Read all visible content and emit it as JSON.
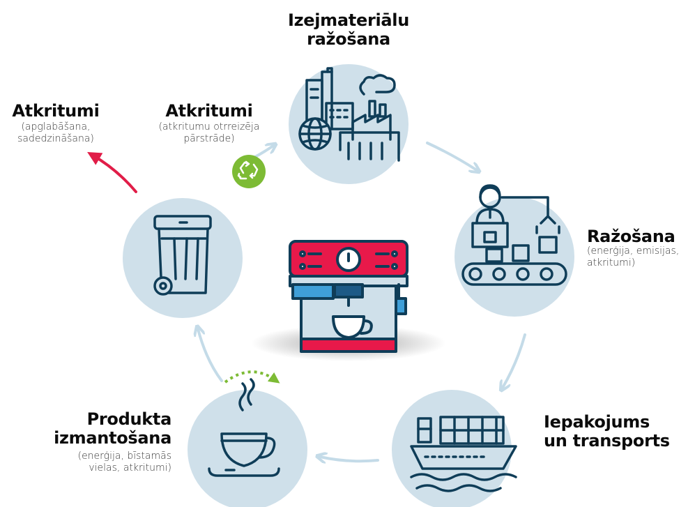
{
  "colors": {
    "circle": "#cfe0ea",
    "outline": "#0f3d58",
    "flow_arrow": "#c4dbe8",
    "disposal_arrow": "#e11d48",
    "recycle": "#7dbb35",
    "machine_red": "#e8194a"
  },
  "stages": [
    {
      "id": "raw",
      "title_lines": [
        "Izejmateriālu",
        "ražošana"
      ],
      "sub_lines": [],
      "icon": "factory-icon"
    },
    {
      "id": "production",
      "title_lines": [
        "Ražošana"
      ],
      "sub_lines": [
        "(enerģija, emisijas,",
        "atkritumi)"
      ],
      "icon": "assembly-line-icon"
    },
    {
      "id": "packaging",
      "title_lines": [
        "Iepakojums",
        "un transports"
      ],
      "sub_lines": [],
      "icon": "cargo-ship-icon"
    },
    {
      "id": "use",
      "title_lines": [
        "Produkta",
        "izmantošana"
      ],
      "sub_lines": [
        "(enerģija, bīstamās",
        "vielas, atkritumi)"
      ],
      "icon": "coffee-cup-icon"
    },
    {
      "id": "waste_bin",
      "title_lines": [],
      "sub_lines": [],
      "icon": "wheelie-bin-icon"
    }
  ],
  "waste_recycling": {
    "title": "Atkritumi",
    "sub_lines": [
      "(atkritumu otrreizēja",
      "pārstrāde)"
    ],
    "icon": "recycle-icon"
  },
  "waste_disposal": {
    "title": "Atkritumi",
    "sub_lines": [
      "(apglabāšana,",
      "sadedzināšana)"
    ]
  },
  "center_icon": "espresso-machine-icon"
}
